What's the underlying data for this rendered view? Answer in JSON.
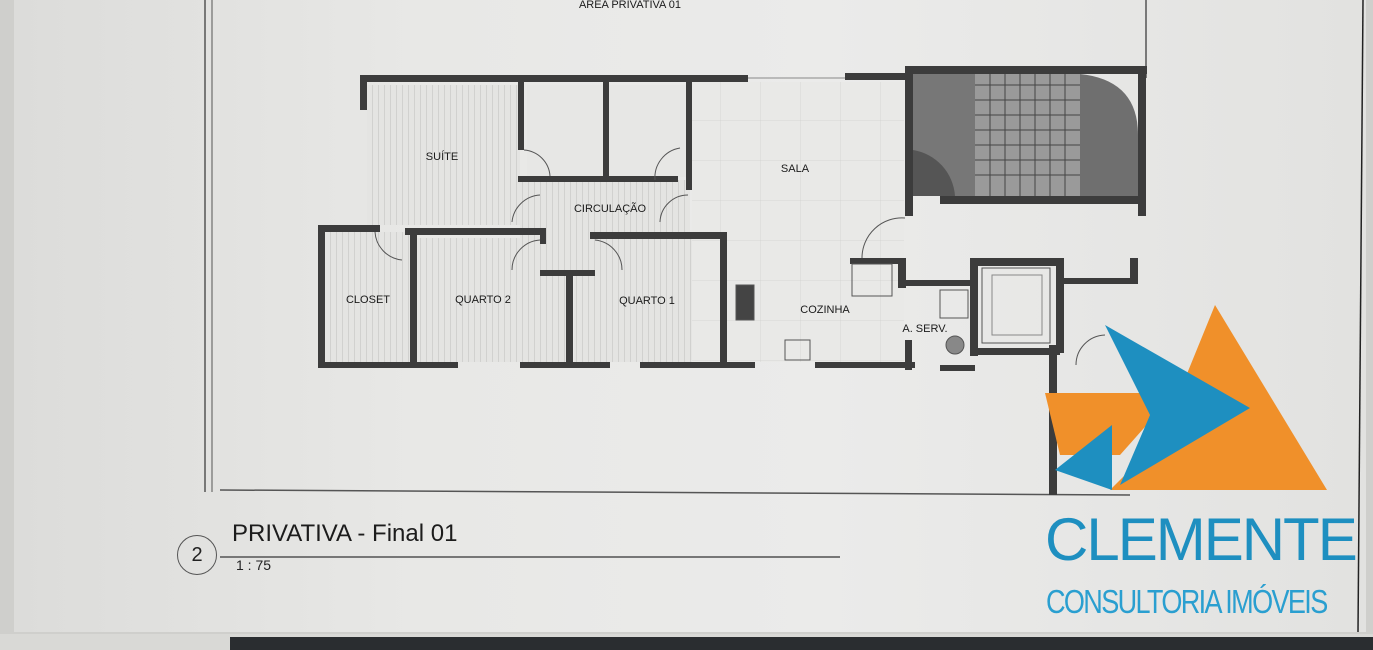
{
  "drawing": {
    "header": "AREA PRIVATIVA 01",
    "rooms": {
      "suite": "SUÍTE",
      "sala": "SALA",
      "circulacao": "CIRCULAÇÃO",
      "closet": "CLOSET",
      "quarto2": "QUARTO 2",
      "quarto1": "QUARTO 1",
      "cozinha": "COZINHA",
      "area_servico": "A. SERV."
    },
    "view_number": "2",
    "view_title": "PRIVATIVA - Final 01",
    "scale": "1 : 75"
  },
  "watermark": {
    "name": "CLEMENTE",
    "tagline": "CONSULTORIA IMÓVEIS",
    "colors": {
      "orange": "#f0902a",
      "blue": "#1e8fc0"
    }
  }
}
